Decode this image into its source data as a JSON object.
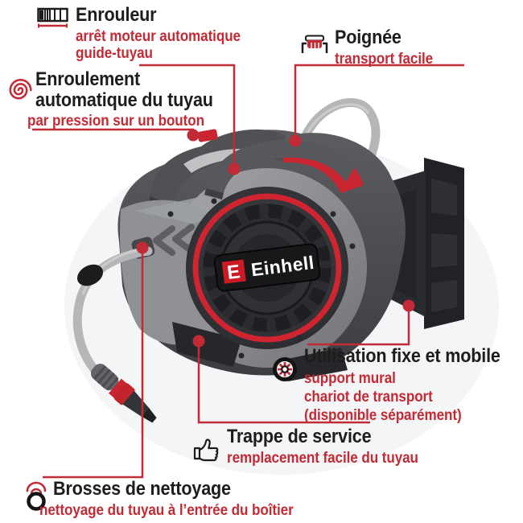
{
  "colors": {
    "accent": "#c22b35",
    "title_text": "#1d1d1b",
    "product_red": "#d02530"
  },
  "brand": {
    "name": "Einhell",
    "logo_letter": "E"
  },
  "callouts": [
    {
      "id": "enrouleur",
      "icon": "tape-reel-icon",
      "title_lines": [
        "Enrouleur"
      ],
      "subtitle_lines": [
        "arrêt moteur automatique",
        "guide-tuyau"
      ]
    },
    {
      "id": "poignee",
      "icon": "carry-handle-icon",
      "title_lines": [
        "Poignée"
      ],
      "subtitle_lines": [
        "transport facile"
      ]
    },
    {
      "id": "enroulement-automatique",
      "icon": "spiral-icon",
      "title_lines": [
        "Enroulement",
        "automatique du tuyau"
      ],
      "subtitle_lines": [
        "par pression sur un bouton"
      ]
    },
    {
      "id": "utilisation-fixe-et-mobile",
      "icon": "wheel-icon",
      "title_lines": [
        "Utilisation fixe et mobile"
      ],
      "subtitle_lines": [
        "support mural",
        "chariot de transport",
        "(disponible séparément)"
      ]
    },
    {
      "id": "trappe-de-service",
      "icon": "thumbs-up-icon",
      "title_lines": [
        "Trappe de service"
      ],
      "subtitle_lines": [
        "remplacement facile du tuyau"
      ]
    },
    {
      "id": "brosses-de-nettoyage",
      "icon": "cleaning-ring-icon",
      "title_lines": [
        "Brosses de nettoyage"
      ],
      "subtitle_lines": [
        "nettoyage du tuyau à l’entrée du boîtier"
      ]
    }
  ]
}
